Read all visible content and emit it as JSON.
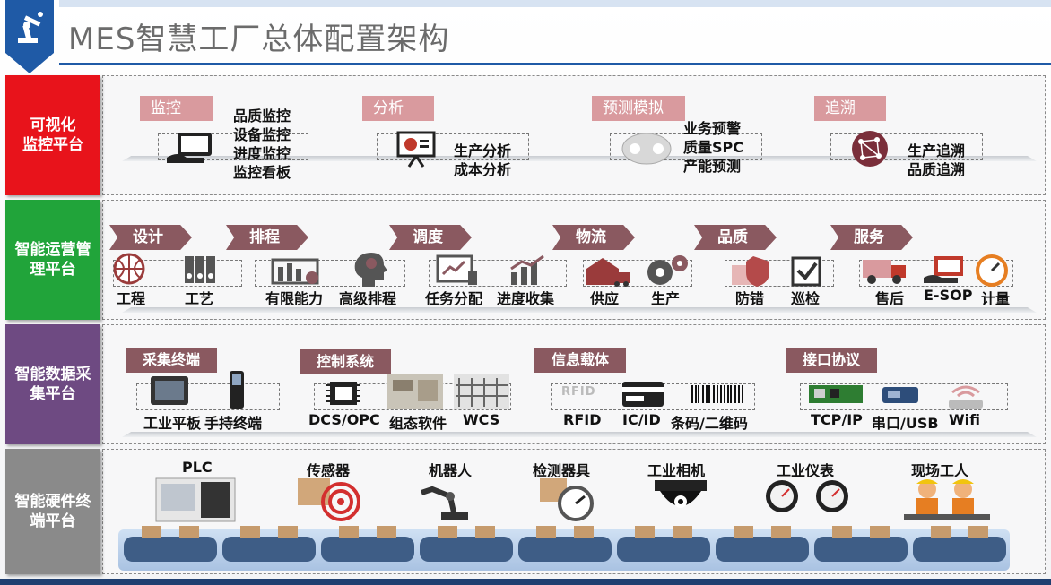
{
  "title": "MES智慧工厂总体配置架构",
  "rows": {
    "r1": {
      "label": "可视化\n监控平台",
      "groups": [
        {
          "tag": "监控",
          "items": [
            "品质监控",
            "设备监控",
            "进度监控",
            "监控看板"
          ]
        },
        {
          "tag": "分析",
          "items": [
            "生产分析",
            "成本分析"
          ]
        },
        {
          "tag": "预测模拟",
          "items": [
            "业务预警",
            "质量SPC",
            "产能预测"
          ]
        },
        {
          "tag": "追溯",
          "items": [
            "生产追溯",
            "品质追溯"
          ]
        }
      ]
    },
    "r2": {
      "label": "智能运营管理平台",
      "tags": [
        "设计",
        "排程",
        "调度",
        "物流",
        "品质",
        "服务"
      ],
      "items": [
        "工程",
        "工艺",
        "有限能力",
        "高级排程",
        "任务分配",
        "进度收集",
        "供应",
        "生产",
        "防错",
        "巡检",
        "售后",
        "E-SOP",
        "计量"
      ]
    },
    "r3": {
      "label": "智能数据采集平台",
      "tags": [
        "采集终端",
        "控制系统",
        "信息载体",
        "接口协议"
      ],
      "items": [
        "工业平板",
        "手持终端",
        "DCS/OPC",
        "组态软件",
        "WCS",
        "RFID",
        "IC/ID",
        "条码/二维码",
        "TCP/IP",
        "串口/USB",
        "Wifi"
      ],
      "rfid_mark": "RFID"
    },
    "r4": {
      "label": "智能硬件终端平台",
      "items": [
        "PLC",
        "传感器",
        "机器人",
        "检测器具",
        "工业相机",
        "工业仪表",
        "现场工人"
      ]
    }
  },
  "colors": {
    "red": "#e8131b",
    "green": "#21a43a",
    "purple": "#6e4a82",
    "gray": "#8a8a8a",
    "tag": "#8a5960",
    "pink": "#d99a9e",
    "blue": "#1f5aa6"
  }
}
